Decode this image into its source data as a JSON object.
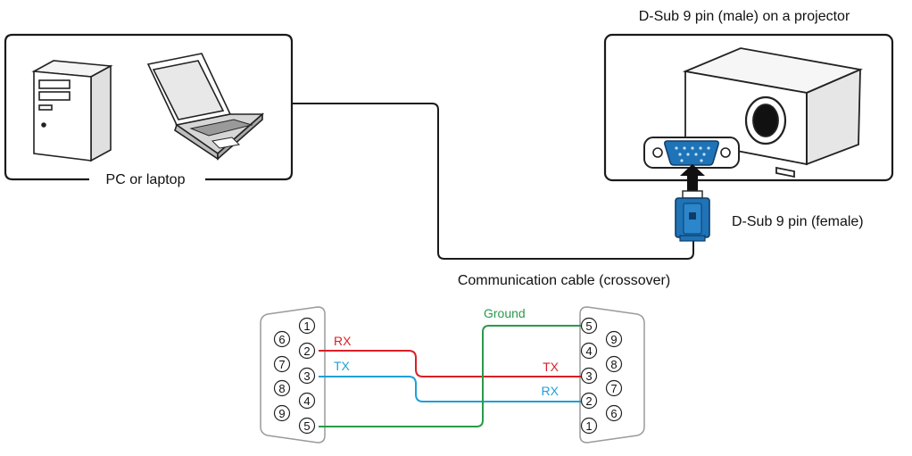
{
  "labels": {
    "pc": "PC or laptop",
    "projector": "D-Sub 9 pin (male) on a projector",
    "female_connector": "D-Sub 9 pin (female)",
    "cable": "Communication cable (crossover)"
  },
  "wiring": {
    "wires": [
      {
        "id": "rx-wire",
        "left_label": "RX",
        "right_label": "TX",
        "from_pin": "2",
        "to_pin": "3",
        "color": "#d81f26"
      },
      {
        "id": "tx-wire",
        "left_label": "TX",
        "right_label": "RX",
        "from_pin": "3",
        "to_pin": "2",
        "color": "#1ea0d8"
      },
      {
        "id": "ground-wire",
        "label": "Ground",
        "from_pin": "5",
        "to_pin": "5",
        "color": "#2a9a4a"
      }
    ],
    "left_connector": {
      "outer_pins": [
        "1",
        "2",
        "3",
        "4",
        "5"
      ],
      "inner_pins": [
        "6",
        "7",
        "8",
        "9"
      ]
    },
    "right_connector": {
      "outer_pins": [
        "5",
        "4",
        "3",
        "2",
        "1"
      ],
      "inner_pins": [
        "9",
        "8",
        "7",
        "6"
      ]
    }
  },
  "colors": {
    "rx": "#d81f26",
    "tx": "#1ea0d8",
    "ground": "#2a9a4a",
    "connector_blue": "#1f73b7",
    "outline": "#1a1a1a"
  }
}
